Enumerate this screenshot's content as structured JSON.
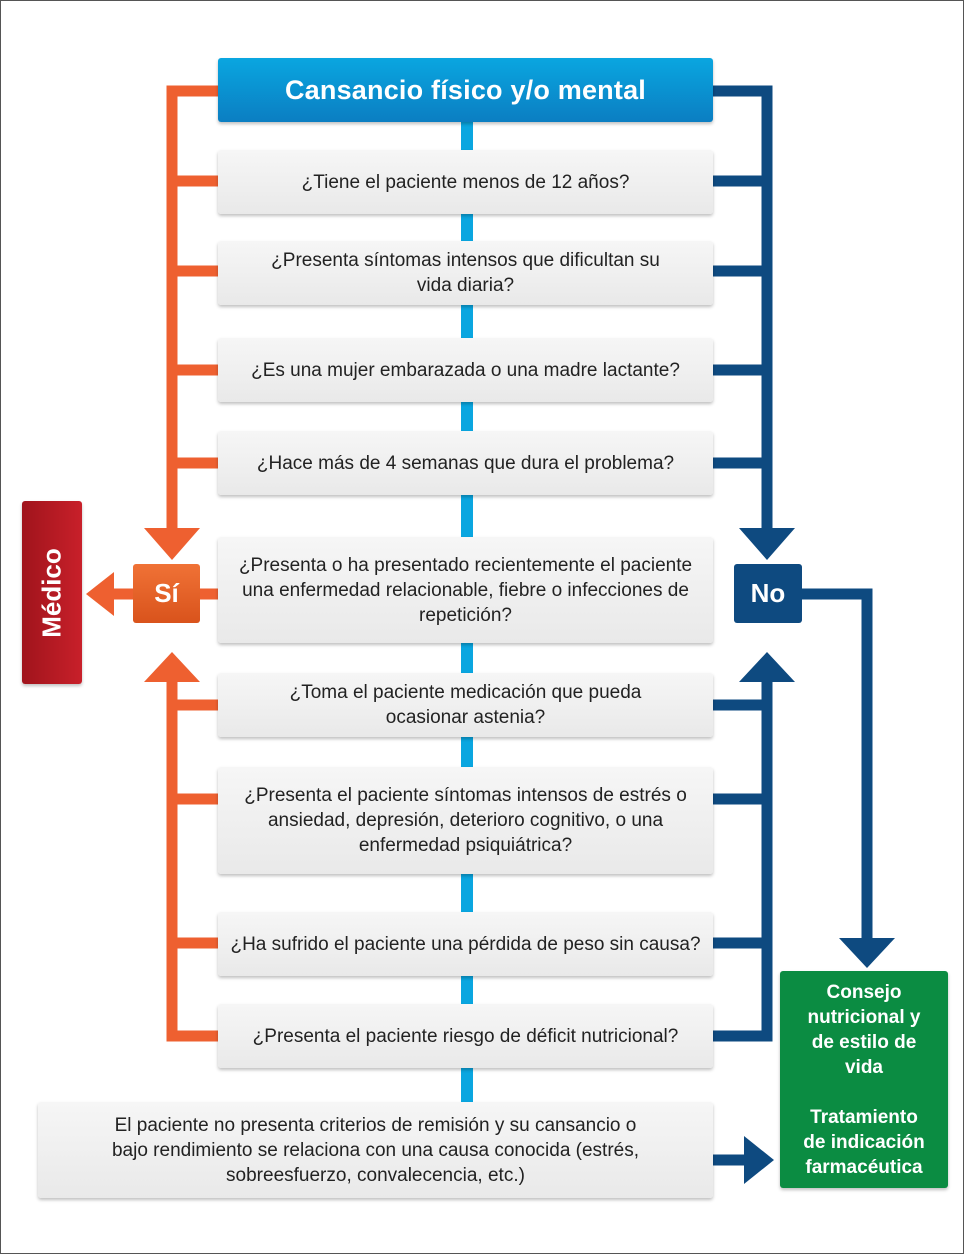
{
  "title": "Cansancio físico y/o mental",
  "questions": [
    "¿Tiene el paciente menos de 12 años?",
    "¿Presenta síntomas intensos que dificultan su vida diaria?",
    "¿Es una mujer embarazada o una madre lactante?",
    "¿Hace más de 4 semanas que dura el problema?",
    "¿Presenta o ha presentado recientemente el paciente una enfermedad relacionable, fiebre o infecciones de repetición?",
    "¿Toma el paciente medicación que pueda ocasionar astenia?",
    "¿Presenta el paciente síntomas intensos de estrés o ansiedad, depresión, deterioro cognitivo, o una enfermedad psiquiátrica?",
    "¿Ha sufrido el paciente una pérdida de peso sin causa?",
    "¿Presenta el paciente riesgo de déficit nutricional?"
  ],
  "final_statement": "El paciente no presenta criterios de remisión y su cansancio o bajo rendimiento se relaciona con una causa conocida (estrés, sobreesfuerzo, convalecencia, etc.)",
  "yes_label": "Sí",
  "no_label": "No",
  "referral_label": "Médico",
  "outcome": {
    "line1": "Consejo nutricional y de estilo de vida",
    "line2": "Tratamiento de indicación farmacéutica"
  },
  "colors": {
    "title_blue": "#0a97d6",
    "center_line": "#0aa6e0",
    "yes_orange": "#ee6030",
    "no_navy": "#0e4a80",
    "referral_red": "#b81a22",
    "outcome_green": "#0b8c42"
  }
}
